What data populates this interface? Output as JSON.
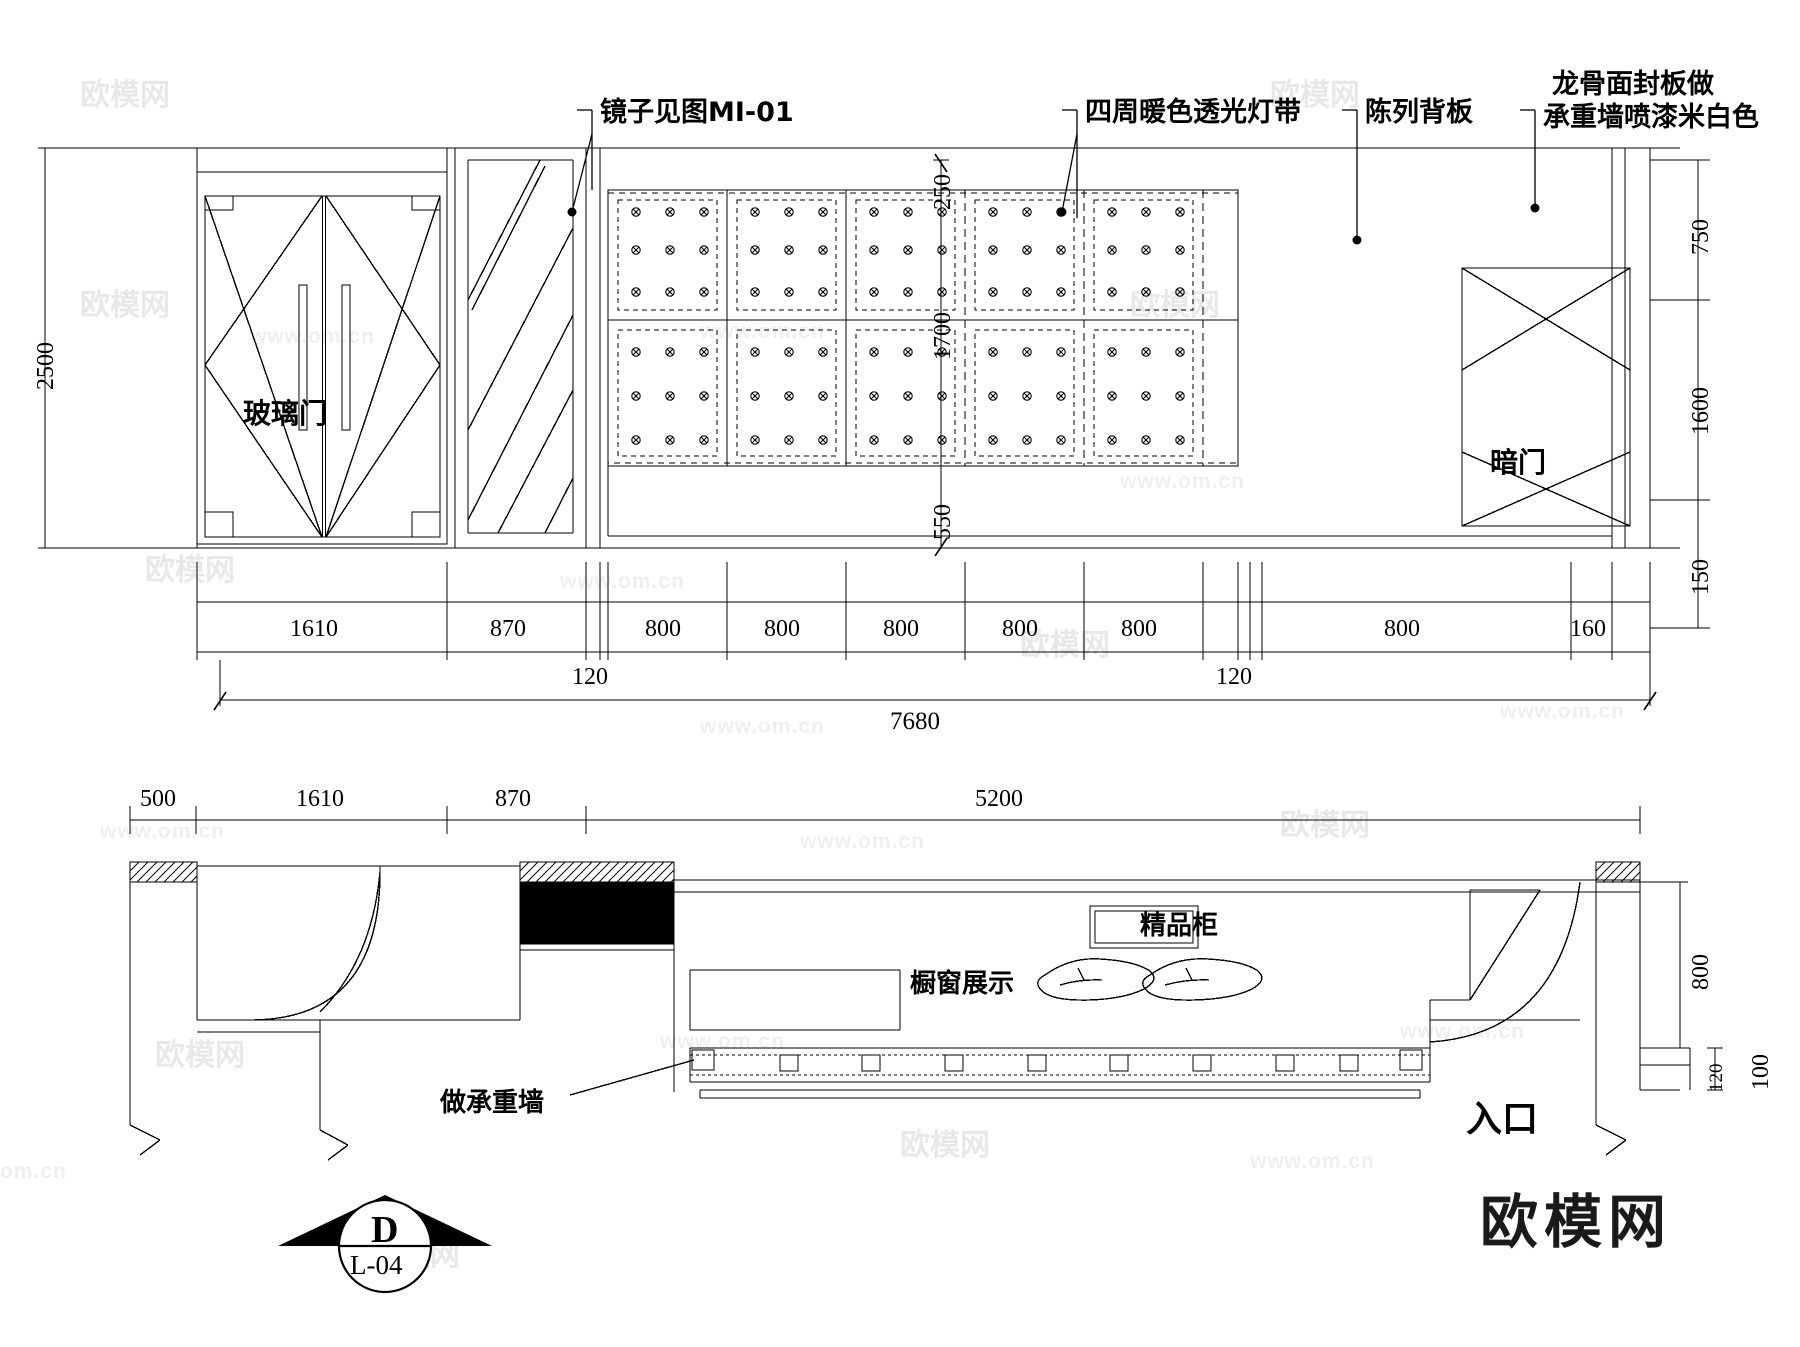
{
  "drawing": {
    "type": "architectural-cad-elevation-and-plan",
    "detail_tag": {
      "letter": "D",
      "sheet": "L-04"
    },
    "watermark_text": "欧模网",
    "watermark_url": "www.om.cn"
  },
  "elevation": {
    "callouts": [
      {
        "id": "mirror",
        "text": "镜子见图MI-01"
      },
      {
        "id": "light-strip",
        "text": "四周暖色透光灯带"
      },
      {
        "id": "display-back",
        "text": "陈列背板"
      },
      {
        "id": "keel-panel",
        "line1": "龙骨面封板做",
        "line2": "承重墙喷漆米白色"
      }
    ],
    "inner_labels": [
      {
        "id": "glass-door",
        "text": "玻璃门"
      },
      {
        "id": "hidden-door",
        "text": "暗门"
      }
    ],
    "vertical_dims_left": [
      {
        "value": "2500"
      }
    ],
    "vertical_dims_mid": [
      {
        "value": "250"
      },
      {
        "value": "1700"
      },
      {
        "value": "550"
      }
    ],
    "vertical_dims_right": [
      {
        "value": "750"
      },
      {
        "value": "1600"
      },
      {
        "value": "150"
      }
    ],
    "bottom_dim_chain": [
      "1610",
      "870",
      "800",
      "800",
      "800",
      "800",
      "800",
      "800",
      "160"
    ],
    "secondary_dims": [
      {
        "value": "120",
        "side": "left"
      },
      {
        "value": "120",
        "side": "right"
      }
    ],
    "overall_dim": "7680"
  },
  "plan": {
    "top_dim_chain": [
      "500",
      "1610",
      "870",
      "5200"
    ],
    "right_dims": [
      "800",
      "100",
      "120"
    ],
    "labels": [
      {
        "id": "boutique-cabinet",
        "text": "精品柜"
      },
      {
        "id": "window-display",
        "text": "橱窗展示"
      },
      {
        "id": "bearing-wall",
        "text": "做承重墙"
      },
      {
        "id": "entrance",
        "text": "入口"
      }
    ]
  }
}
